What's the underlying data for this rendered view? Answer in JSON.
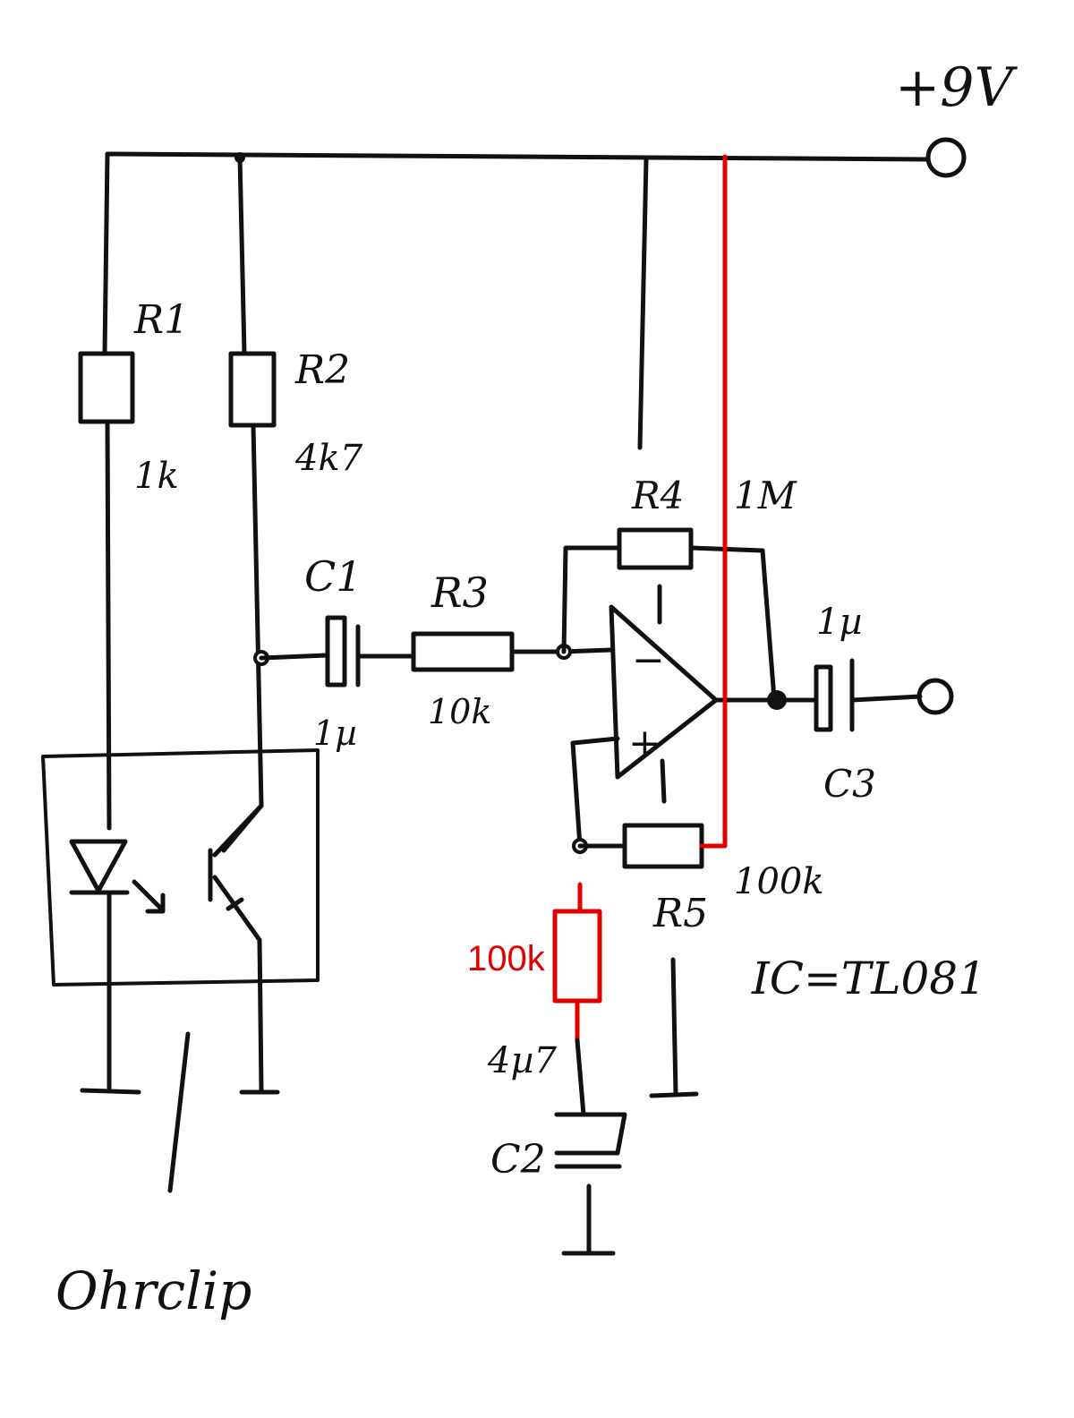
{
  "supply": {
    "label": "+9V"
  },
  "components": {
    "r1": {
      "name": "R1",
      "value": "1k"
    },
    "r2": {
      "name": "R2",
      "value": "4k7"
    },
    "r3": {
      "name": "R3",
      "value": "10k"
    },
    "r4": {
      "name": "R4",
      "value": "1M"
    },
    "r5": {
      "name": "R5",
      "value": "100k"
    },
    "c1": {
      "name": "C1",
      "value": "1µ"
    },
    "c2": {
      "name": "C2",
      "value": "4µ7"
    },
    "c3": {
      "name": "C3",
      "value": "1µ"
    },
    "r_added": {
      "value": "100k"
    }
  },
  "opamp": {
    "minus": "−",
    "plus": "+"
  },
  "ic_note": "IC=TL081",
  "module_label": "Ohrclip",
  "colors": {
    "ink": "#111111",
    "modification": "#e00000"
  }
}
